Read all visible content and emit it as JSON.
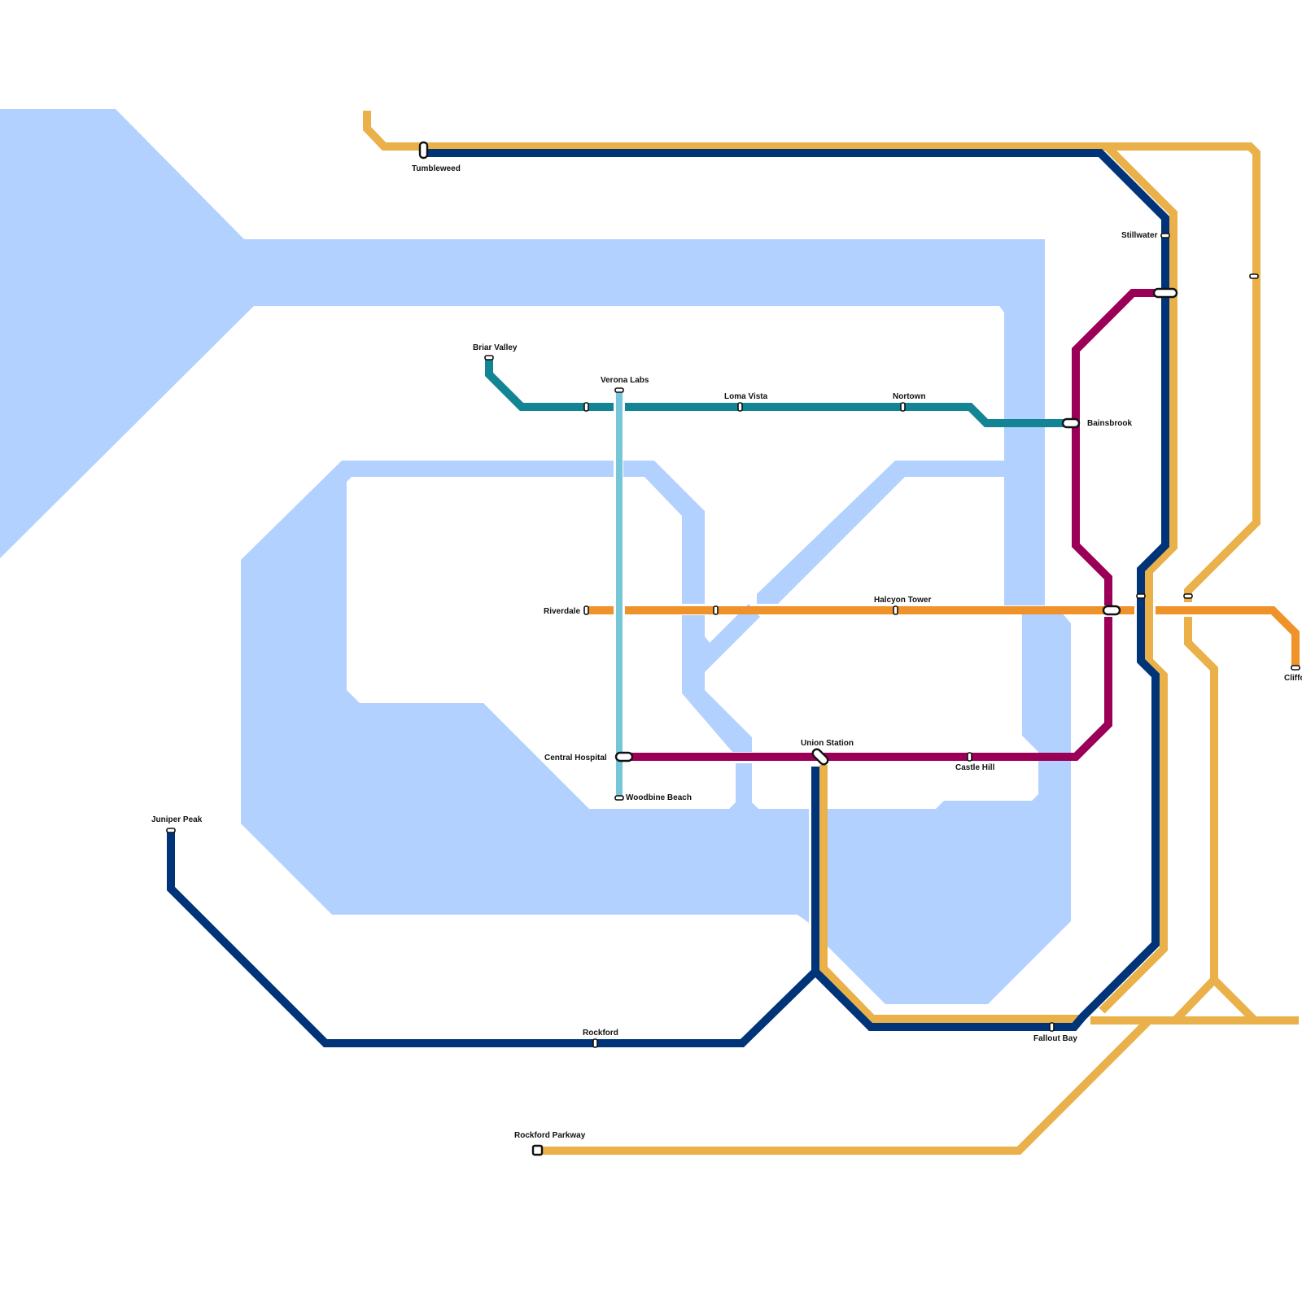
{
  "map": {
    "colors": {
      "water": "#b3d1ff",
      "background": "#ffffff"
    },
    "lines": [
      {
        "id": "gold",
        "color": "#eab04a"
      },
      {
        "id": "navy",
        "color": "#003478"
      },
      {
        "id": "teal",
        "color": "#138494"
      },
      {
        "id": "sky",
        "color": "#76c6d8"
      },
      {
        "id": "orange",
        "color": "#ef922a"
      },
      {
        "id": "magenta",
        "color": "#9b0057"
      }
    ],
    "stations": {
      "tumbleweed": "Tumbleweed",
      "stillwater": "Stillwater",
      "briar_valley": "Briar Valley",
      "verona_labs": "Verona Labs",
      "loma_vista": "Loma Vista",
      "nortown": "Nortown",
      "bainsbrook": "Bainsbrook",
      "riverdale": "Riverdale",
      "halcyon_tower": "Halcyon Tower",
      "cliff": "Cliffo",
      "central_hospital": "Central Hospital",
      "union_station": "Union Station",
      "castle_hill": "Castle Hill",
      "woodbine_beach": "Woodbine Beach",
      "juniper_peak": "Juniper Peak",
      "rockford": "Rockford",
      "fallout_bay": "Fallout Bay",
      "rockford_parkway": "Rockford Parkway"
    }
  }
}
